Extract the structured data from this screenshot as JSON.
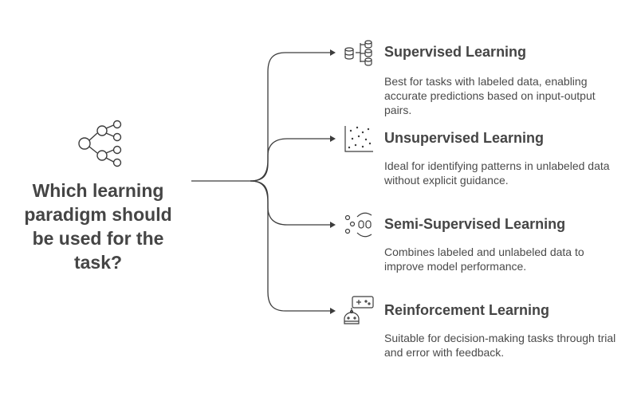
{
  "question": "Which learning paradigm should be used for the task?",
  "branches": [
    {
      "title": "Supervised Learning",
      "description": "Best for tasks with labeled data, enabling accurate predictions based on input-output pairs.",
      "icon": "database-stack-icon"
    },
    {
      "title": "Unsupervised Learning",
      "description": "Ideal for identifying patterns in unlabeled data without explicit guidance.",
      "icon": "scatter-plot-icon"
    },
    {
      "title": "Semi-Supervised Learning",
      "description": "Combines labeled and unlabeled data to improve model performance.",
      "icon": "data-flow-icon"
    },
    {
      "title": "Reinforcement Learning",
      "description": "Suitable for decision-making tasks through trial and error with feedback.",
      "icon": "robot-game-icon"
    }
  ],
  "colors": {
    "line": "#3c3c3c",
    "text": "#454545"
  }
}
